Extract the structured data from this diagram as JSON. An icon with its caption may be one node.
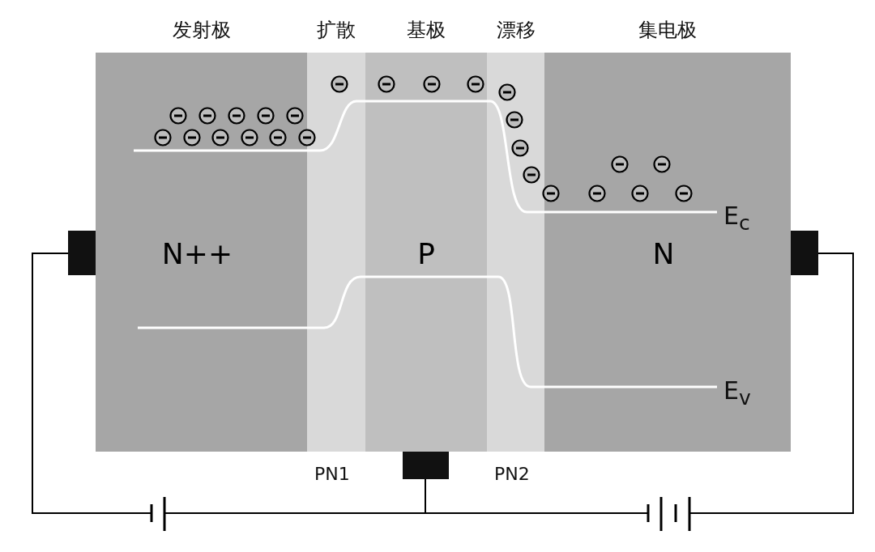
{
  "diagram": {
    "nodes": [
      {
        "text": [
          "发射极",
          "N++"
        ]
      },
      {
        "text": [
          "扩散"
        ]
      },
      {
        "text": [
          "基极",
          "P"
        ]
      },
      {
        "text": [
          "漂移"
        ]
      },
      {
        "text": [
          "集电极",
          "N"
        ]
      },
      {
        "text": [],
        "shape": "box"
      },
      {
        "text": [],
        "shape": "battery"
      },
      {
        "text": [],
        "shape": "box"
      },
      {
        "text": [],
        "shape": "battery"
      },
      {
        "text": [],
        "shape": "box"
      }
    ],
    "edges": [
      {
        "from": 5,
        "to": 6,
        "arrow": "none"
      },
      {
        "from": 6,
        "to": 7,
        "arrow": "none"
      },
      {
        "from": 8,
        "to": 7,
        "arrow": "none"
      },
      {
        "from": 8,
        "to": 9,
        "arrow": "none"
      }
    ],
    "labels": [
      "E$_{c}$",
      "E$_{v}$",
      "PN1",
      "PN2"
    ]
  }
}
